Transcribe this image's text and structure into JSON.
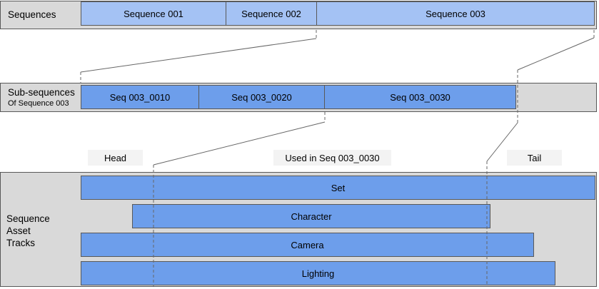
{
  "colors": {
    "sequence_bar_light_blue": "#a4c2f4",
    "subsequence_track_blue": "#6d9eeb",
    "row_gray": "#d9d9d9",
    "chip_gray": "#f3f3f3",
    "border_gray": "#595959",
    "connector_line_gray": "#666666",
    "text": "#000000"
  },
  "sequences_row": {
    "label": "Sequences",
    "bars": [
      {
        "label": "Sequence 001"
      },
      {
        "label": "Sequence 002"
      },
      {
        "label": "Sequence 003"
      }
    ]
  },
  "subsequences_row": {
    "label_line1": "Sub-sequences",
    "label_line2": "Of Sequence 003",
    "bars": [
      {
        "label": "Seq 003_0010"
      },
      {
        "label": "Seq 003_0020"
      },
      {
        "label": "Seq 003_0030"
      }
    ]
  },
  "region_labels": {
    "head": "Head",
    "used": "Used in Seq 003_0030",
    "tail": "Tail"
  },
  "tracks_section": {
    "label_lines": [
      "Sequence",
      "Asset",
      "Tracks"
    ],
    "tracks": [
      {
        "label": "Set"
      },
      {
        "label": "Character"
      },
      {
        "label": "Camera"
      },
      {
        "label": "Lighting"
      }
    ]
  }
}
